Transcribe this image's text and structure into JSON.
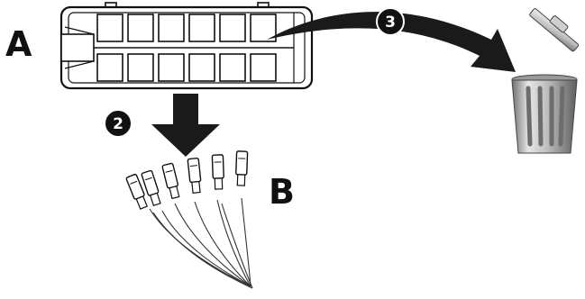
{
  "labels": {
    "connector": "A",
    "terminals": "B"
  },
  "steps": {
    "remove_terminals": "2",
    "discard_housing": "3"
  },
  "icons": {
    "connector": "connector-housing-icon",
    "terminals": "wire-terminals-icon",
    "trash": "trash-can-icon",
    "down_arrow": "down-arrow-icon",
    "curved_arrow": "curved-arrow-icon"
  },
  "colors": {
    "ink": "#111111",
    "arrow": "#1a1a1a",
    "trash_light": "#d9d9d9",
    "trash_dark": "#7a7a7a",
    "background": "#ffffff"
  }
}
